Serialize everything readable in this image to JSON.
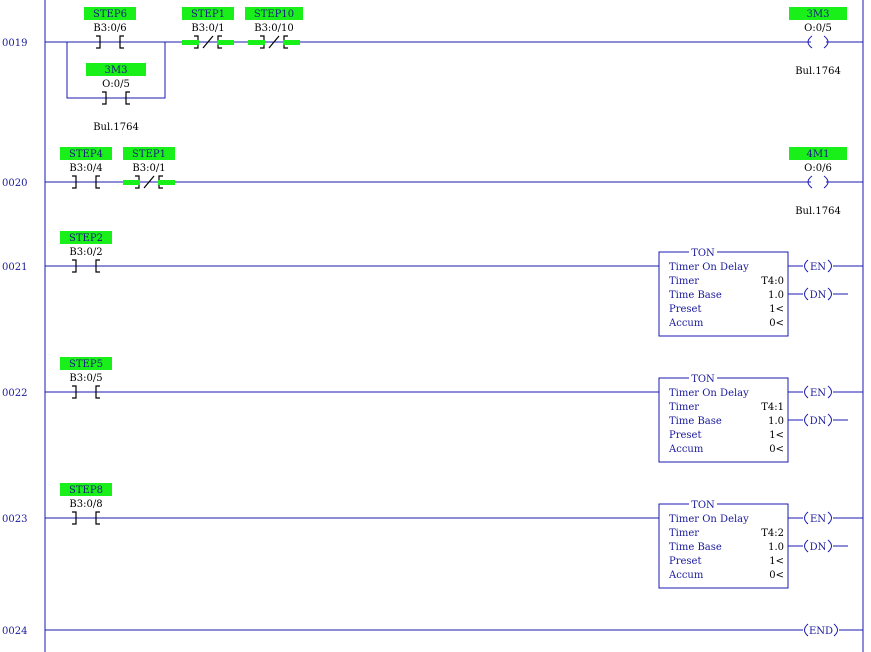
{
  "rungs": [
    {
      "number": "0019",
      "contacts": [
        {
          "tag": "STEP6",
          "address": "B3:0/6",
          "type": "XIC"
        },
        {
          "tag": "STEP1",
          "address": "B3:0/1",
          "type": "XIO"
        },
        {
          "tag": "STEP10",
          "address": "B3:0/10",
          "type": "XIO"
        }
      ],
      "branch_contact": {
        "tag": "3M3",
        "address": "O:0/5",
        "type": "XIC",
        "bul": "Bul.1764"
      },
      "output": {
        "kind": "coil",
        "tag": "3M3",
        "address": "O:0/5",
        "bul": "Bul.1764"
      }
    },
    {
      "number": "0020",
      "contacts": [
        {
          "tag": "STEP4",
          "address": "B3:0/4",
          "type": "XIC"
        },
        {
          "tag": "STEP1",
          "address": "B3:0/1",
          "type": "XIO"
        }
      ],
      "output": {
        "kind": "coil",
        "tag": "4M1",
        "address": "O:0/6",
        "bul": "Bul.1764"
      }
    },
    {
      "number": "0021",
      "contacts": [
        {
          "tag": "STEP2",
          "address": "B3:0/2",
          "type": "XIC"
        }
      ],
      "output": {
        "kind": "ton",
        "header": "TON",
        "title": "Timer On Delay",
        "timer_label": "Timer",
        "timer": "T4:0",
        "timebase_label": "Time Base",
        "timebase": "1.0",
        "preset_label": "Preset",
        "preset": "1<",
        "accum_label": "Accum",
        "accum": "0<",
        "en": "EN",
        "dn": "DN"
      }
    },
    {
      "number": "0022",
      "contacts": [
        {
          "tag": "STEP5",
          "address": "B3:0/5",
          "type": "XIC"
        }
      ],
      "output": {
        "kind": "ton",
        "header": "TON",
        "title": "Timer On Delay",
        "timer_label": "Timer",
        "timer": "T4:1",
        "timebase_label": "Time Base",
        "timebase": "1.0",
        "preset_label": "Preset",
        "preset": "1<",
        "accum_label": "Accum",
        "accum": "0<",
        "en": "EN",
        "dn": "DN"
      }
    },
    {
      "number": "0023",
      "contacts": [
        {
          "tag": "STEP8",
          "address": "B3:0/8",
          "type": "XIC"
        }
      ],
      "output": {
        "kind": "ton",
        "header": "TON",
        "title": "Timer On Delay",
        "timer_label": "Timer",
        "timer": "T4:2",
        "timebase_label": "Time Base",
        "timebase": "1.0",
        "preset_label": "Preset",
        "preset": "1<",
        "accum_label": "Accum",
        "accum": "0<",
        "en": "EN",
        "dn": "DN"
      }
    },
    {
      "number": "0024",
      "contacts": [],
      "output": {
        "kind": "end",
        "label": "END"
      }
    }
  ],
  "colors": {
    "tag_fill": "#19f019",
    "wire": "#1a1ab0",
    "text_blue": "#1a1a9c"
  }
}
